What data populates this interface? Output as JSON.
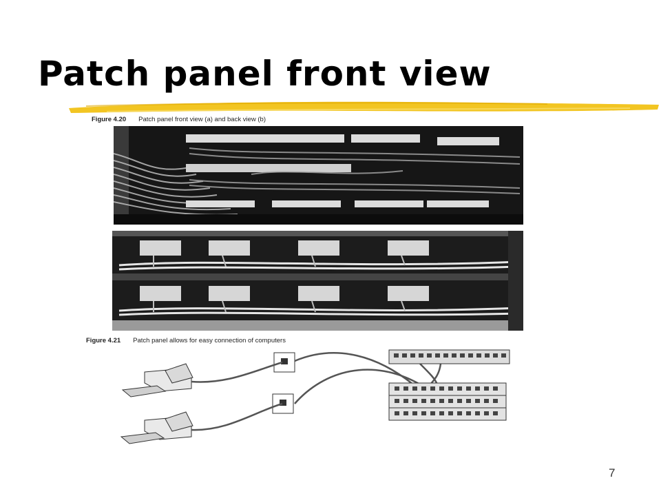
{
  "slide": {
    "title": "Patch panel front view",
    "page_number": "7",
    "accent_color": "#f2c522"
  },
  "figure_a": {
    "label": "Figure 4.20",
    "caption": "Patch panel front view (a) and back view (b)"
  },
  "figure_b": {
    "label": "Figure 4.21",
    "caption": "Patch panel allows for easy connection of computers"
  }
}
